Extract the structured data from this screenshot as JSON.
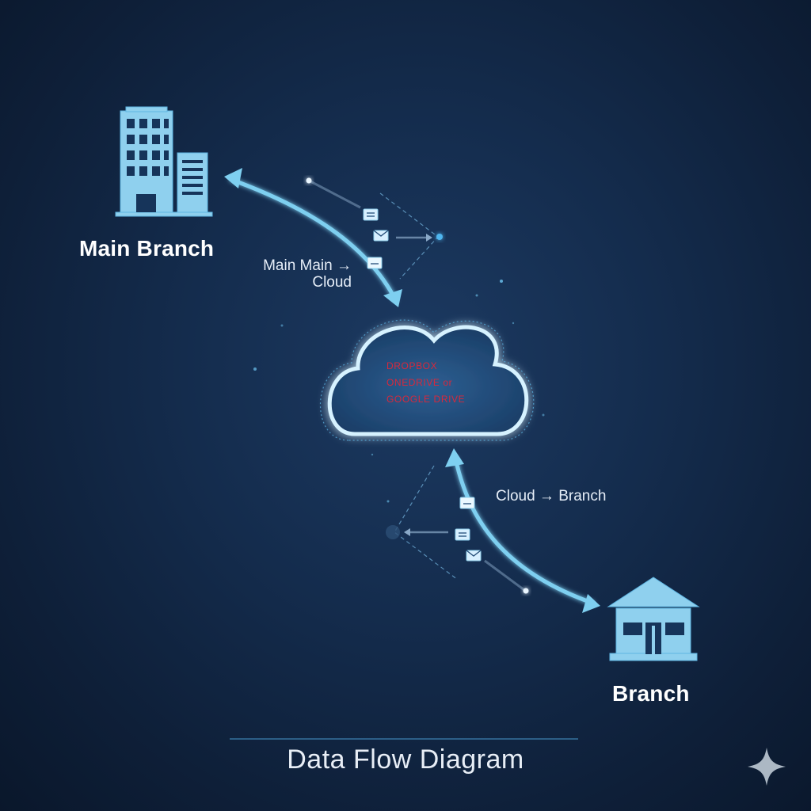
{
  "nodes": {
    "main_branch": {
      "label": "Main Branch",
      "icon": "office-building-icon"
    },
    "cloud": {
      "label_lines": [
        "DROPBOX",
        "ONEDRIVE or",
        "GOOGLE DRIVE"
      ],
      "icon": "cloud-icon"
    },
    "branch": {
      "label": "Branch",
      "icon": "house-icon"
    }
  },
  "flows": {
    "main_to_cloud": {
      "label_lines": [
        "Main Main →",
        "Cloud"
      ]
    },
    "cloud_to_branch": {
      "label": "Cloud → Branch"
    }
  },
  "packet_icons": [
    "document-icon",
    "envelope-icon"
  ],
  "title": "Data Flow Diagram",
  "colors": {
    "background": "#142c4d",
    "accent": "#7ecff0",
    "icon_fill": "#8fd0ee",
    "cloud_glow": "#cfeeff",
    "cloud_text": "#d8283c"
  }
}
